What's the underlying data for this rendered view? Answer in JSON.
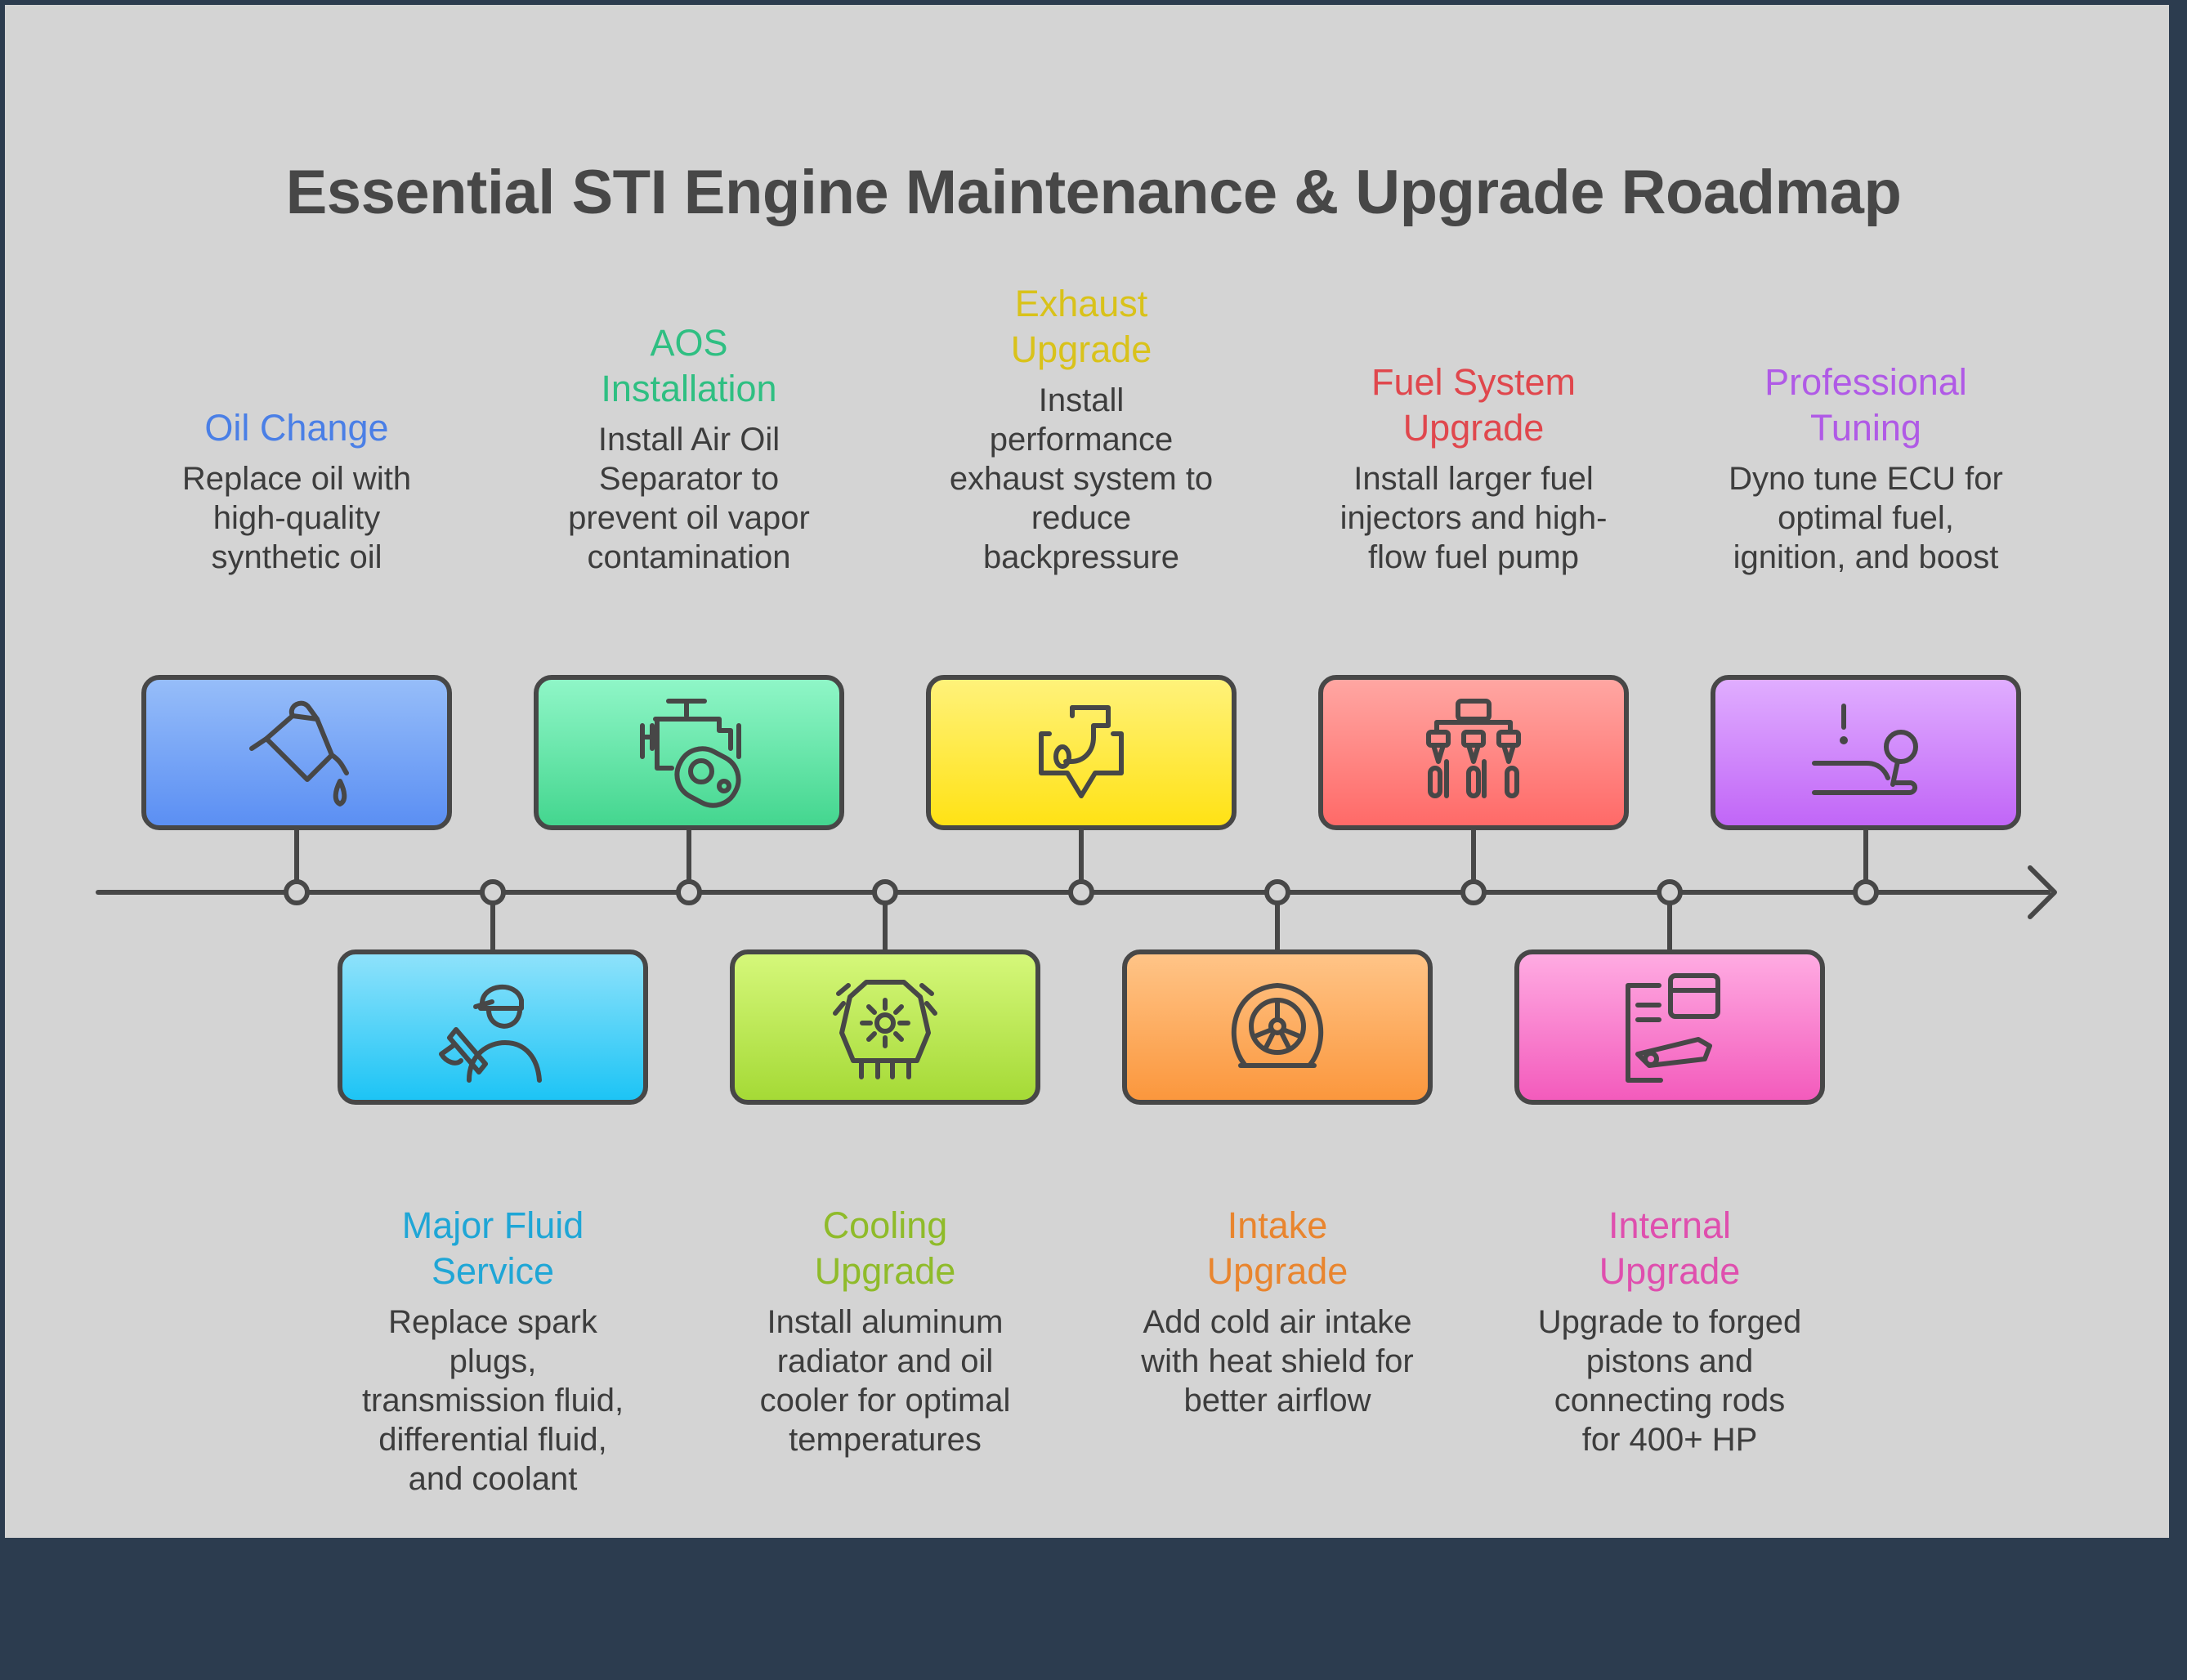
{
  "title": "Essential STI Engine Maintenance & Upgrade Roadmap",
  "steps": [
    {
      "title": "Oil Change",
      "desc": "Replace oil with high-quality synthetic oil",
      "color": "#4a7fe6",
      "grad": [
        "#96bdf9",
        "#5b8ff3"
      ],
      "icon": "oil-can-icon",
      "side": "top"
    },
    {
      "title": "Major Fluid Service",
      "desc": "Replace spark plugs, transmission fluid, differential fluid, and coolant",
      "color": "#1fa6d6",
      "grad": [
        "#8ee2fb",
        "#1dc4f5"
      ],
      "icon": "mechanic-icon",
      "side": "bottom"
    },
    {
      "title": "AOS Installation",
      "desc": "Install Air Oil Separator to prevent oil vapor contamination",
      "color": "#2fbf82",
      "grad": [
        "#8ff6c7",
        "#44d68f"
      ],
      "icon": "engine-separator-icon",
      "side": "top"
    },
    {
      "title": "Cooling Upgrade",
      "desc": "Install aluminum radiator and oil cooler for optimal temperatures",
      "color": "#8fbb2a",
      "grad": [
        "#d5f77a",
        "#a5da36"
      ],
      "icon": "radiator-gear-icon",
      "side": "bottom"
    },
    {
      "title": "Exhaust Upgrade",
      "desc": "Install performance exhaust system to reduce backpressure",
      "color": "#d9c21a",
      "grad": [
        "#fff27a",
        "#ffe215"
      ],
      "icon": "exhaust-pipe-icon",
      "side": "top"
    },
    {
      "title": "Intake Upgrade",
      "desc": "Add cold air intake with heat shield for better airflow",
      "color": "#e9852e",
      "grad": [
        "#ffc487",
        "#fb973d"
      ],
      "icon": "turbo-intake-icon",
      "side": "bottom"
    },
    {
      "title": "Fuel System Upgrade",
      "desc": "Install larger fuel injectors and high-flow fuel pump",
      "color": "#e0474d",
      "grad": [
        "#ffa6a2",
        "#ff6a68"
      ],
      "icon": "fuel-injectors-icon",
      "side": "top"
    },
    {
      "title": "Internal Upgrade",
      "desc": "Upgrade to forged pistons and connecting rods for 400+ HP",
      "color": "#df4fae",
      "grad": [
        "#ffabe2",
        "#f35bbc"
      ],
      "icon": "forged-internals-icon",
      "side": "bottom"
    },
    {
      "title": "Professional Tuning",
      "desc": "Dyno tune ECU for optimal fuel, ignition, and boost",
      "color": "#b05ae6",
      "grad": [
        "#e0adff",
        "#c166f7"
      ],
      "icon": "dyno-tuning-icon",
      "side": "top"
    }
  ]
}
